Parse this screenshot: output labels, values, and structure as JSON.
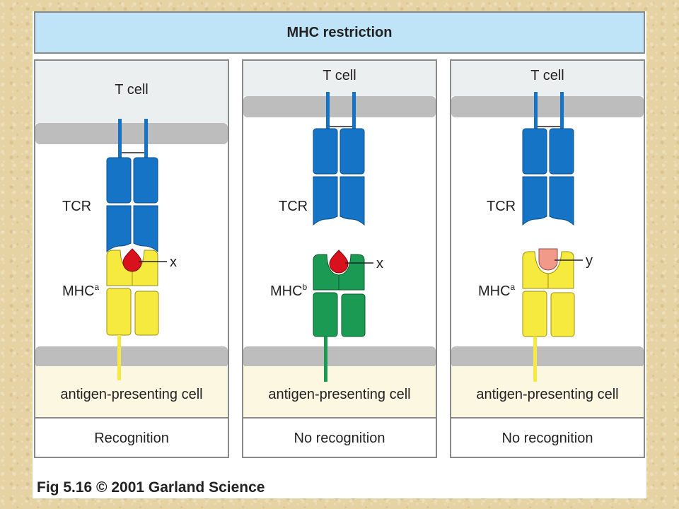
{
  "title": "MHC restriction",
  "panels": [
    {
      "t_cell_label": "T cell",
      "tcr_label": "TCR",
      "mhc_label": "MHC",
      "mhc_superscript": "a",
      "peptide_label": "x",
      "apc_label": "antigen-presenting cell",
      "outcome": "Recognition",
      "colors": {
        "mhc": "#f7ea3e",
        "peptide": "#d9111c"
      }
    },
    {
      "t_cell_label": "T cell",
      "tcr_label": "TCR",
      "mhc_label": "MHC",
      "mhc_superscript": "b",
      "peptide_label": "x",
      "apc_label": "antigen-presenting cell",
      "outcome": "No recognition",
      "colors": {
        "mhc": "#1a9a52",
        "peptide": "#d9111c"
      }
    },
    {
      "t_cell_label": "T cell",
      "tcr_label": "TCR",
      "mhc_label": "MHC",
      "mhc_superscript": "a",
      "peptide_label": "y",
      "apc_label": "antigen-presenting cell",
      "outcome": "No recognition",
      "colors": {
        "mhc": "#f7ea3e",
        "peptide": "#f29a8a"
      }
    }
  ],
  "colors": {
    "tcr": "#1574c6",
    "t_cell": "#eceff0",
    "apc": "#fbf7e1",
    "membrane": "#bdbdbd",
    "header": "#bfe3f7"
  },
  "caption": "Fig 5.16  © 2001 Garland Science"
}
